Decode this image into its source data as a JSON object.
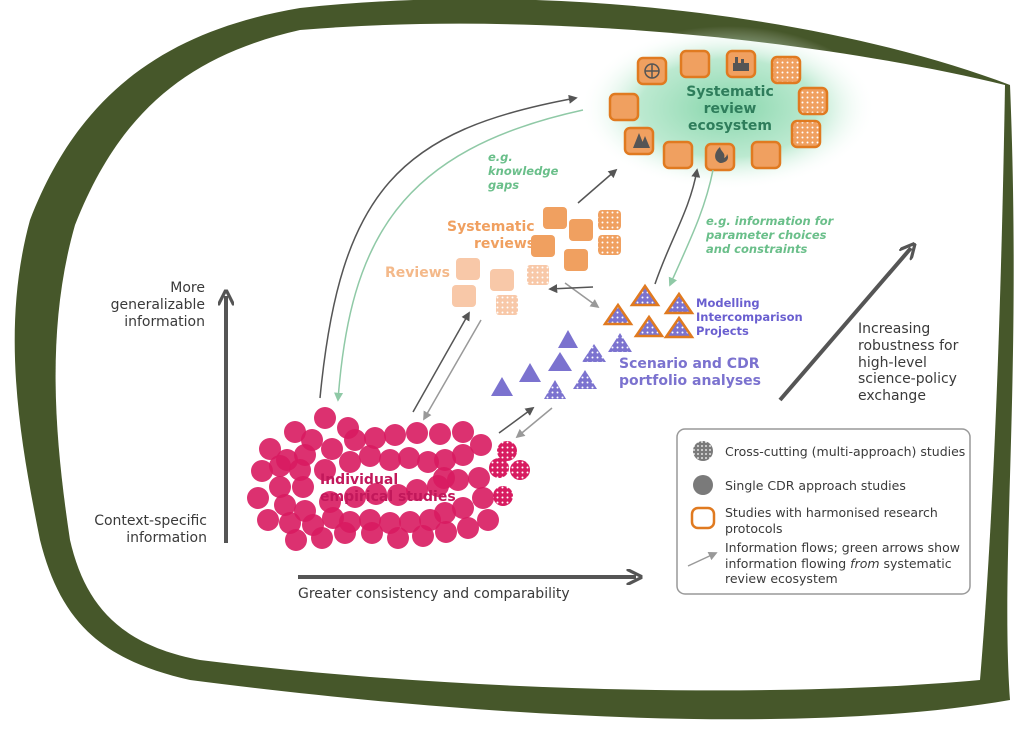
{
  "labels": {
    "more_general": [
      "More",
      "generalizable",
      "information"
    ],
    "context_specific": [
      "Context-specific",
      "information"
    ],
    "consistency": "Greater consistency and comparability",
    "robustness": [
      "Increasing",
      "robustness for",
      "high-level",
      "science-policy",
      "exchange"
    ],
    "individual": [
      "Individual",
      "empirical studies"
    ],
    "systematic_reviews": [
      "Systematic",
      "reviews"
    ],
    "reviews": "Reviews",
    "scenario": [
      "Scenario and CDR",
      "portfolio analyses"
    ],
    "mip": [
      "Modelling",
      "Intercomparison",
      "Projects"
    ],
    "ecosystem": [
      "Systematic",
      "review",
      "ecosystem"
    ],
    "note_gaps": [
      "e.g.",
      "knowledge",
      "gaps"
    ],
    "note_params": [
      "e.g. information for",
      "parameter choices",
      "and constraints"
    ]
  },
  "legend": {
    "cross_cutting": "Cross-cutting (multi-approach) studies",
    "single": "Single CDR approach studies",
    "harmonised": "Studies with harmonised research protocols",
    "flows_1": "Information flows; green arrows show",
    "flows_2a": "information flowing ",
    "flows_2b": "from",
    "flows_2c": " systematic",
    "flows_3": "review ecosystem"
  },
  "icons": [
    "pie-chart-icon",
    "factory-icon",
    "trees-icon",
    "fire-icon"
  ],
  "colors": {
    "frame": "#46572a",
    "individual": "#d81b60",
    "systematic": "#f0a060",
    "reviews": "#f8c8a8",
    "scenario": "#7b72cf",
    "harmonised": "#e07a20",
    "ecosystem": "#7fd3a6",
    "green_arrow": "#8fc9a6",
    "grey_arrow": "#555555"
  }
}
